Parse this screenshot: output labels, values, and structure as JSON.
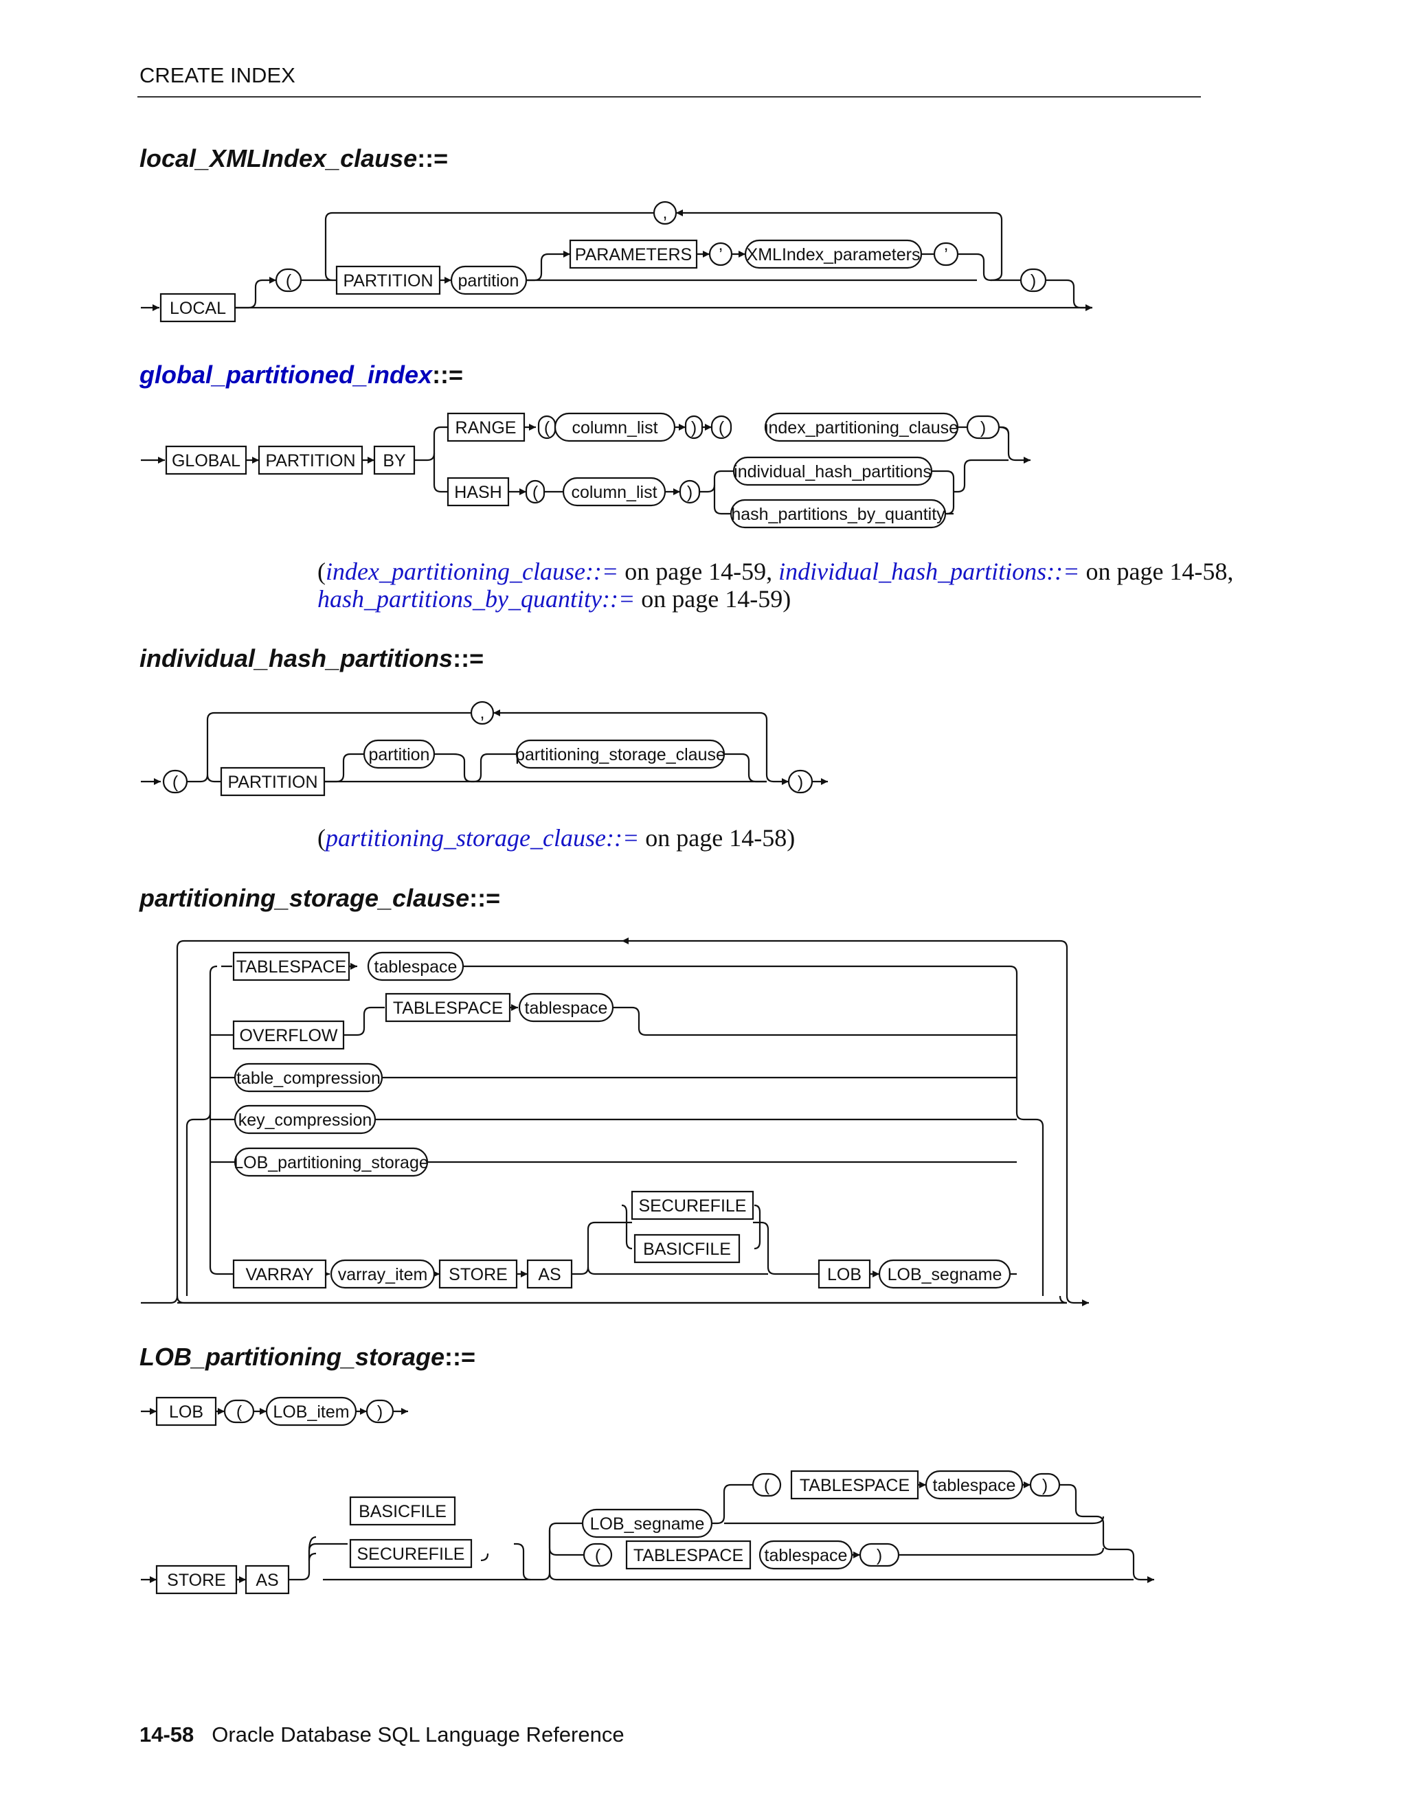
{
  "page_header": "CREATE INDEX",
  "sections": {
    "local_xmlindex": {
      "title": "local_XMLIndex_clause",
      "op": "::=",
      "t": {
        "local": "LOCAL",
        "lparen": "(",
        "partition_kw": "PARTITION",
        "partition": "partition",
        "parameters": "PARAMETERS",
        "quote1": "’",
        "xmlindex_parameters": "XMLIndex_parameters",
        "quote2": "’",
        "comma": ",",
        "rparen": ")"
      }
    },
    "global_partitioned": {
      "title": "global_partitioned_index",
      "op": "::=",
      "t": {
        "global": "GLOBAL",
        "partition": "PARTITION",
        "by": "BY",
        "range": "RANGE",
        "lp1": "(",
        "column_list1": "column_list",
        "rp1": ")",
        "lp2": "(",
        "index_partitioning_clause": "index_partitioning_clause",
        "rp2": ")",
        "hash": "HASH",
        "lp3": "(",
        "column_list2": "column_list",
        "rp3": ")",
        "individual_hash_partitions": "individual_hash_partitions",
        "hash_partitions_by_quantity": "hash_partitions_by_quantity"
      },
      "note": {
        "open": "(",
        "link1": "index_partitioning_clause::=",
        "text1": " on page 14-59, ",
        "link2": "individual_hash_partitions::=",
        "text2": " on page 14-58,",
        "link3": "hash_partitions_by_quantity::=",
        "text3": " on page 14-59)"
      }
    },
    "individual_hash": {
      "title": "individual_hash_partitions",
      "op": "::=",
      "t": {
        "lparen": "(",
        "partition_kw": "PARTITION",
        "partition": "partition",
        "partitioning_storage_clause": "partitioning_storage_clause",
        "comma": ",",
        "rparen": ")"
      },
      "note": {
        "open": "(",
        "link1": "partitioning_storage_clause::=",
        "text1": " on page 14-58)"
      }
    },
    "partitioning_storage": {
      "title": "partitioning_storage_clause",
      "op": "::=",
      "t": {
        "tablespace1": "TABLESPACE",
        "tablespace1_name": "tablespace",
        "overflow": "OVERFLOW",
        "tablespace2": "TABLESPACE",
        "tablespace2_name": "tablespace",
        "table_compression": "table_compression",
        "key_compression": "key_compression",
        "lob_partitioning_storage": "LOB_partitioning_storage",
        "varray": "VARRAY",
        "varray_item": "varray_item",
        "store": "STORE",
        "as": "AS",
        "securefile": "SECUREFILE",
        "basicfile": "BASICFILE",
        "lob": "LOB",
        "lob_segname": "LOB_segname"
      }
    },
    "lob_partitioning": {
      "title": "LOB_partitioning_storage",
      "op": "::=",
      "t": {
        "lob": "LOB",
        "lparen": "(",
        "lob_item": "LOB_item",
        "rparen": ")",
        "store": "STORE",
        "as": "AS",
        "basicfile": "BASICFILE",
        "securefile": "SECUREFILE",
        "lob_segname": "LOB_segname",
        "lp1": "(",
        "tablespace1": "TABLESPACE",
        "tablespace1_name": "tablespace",
        "rp1": ")",
        "lp2": "(",
        "tablespace2": "TABLESPACE",
        "tablespace2_name": "tablespace",
        "rp2": ")"
      }
    }
  },
  "footer": {
    "page_number": "14-58",
    "title": "Oracle Database SQL Language Reference"
  }
}
